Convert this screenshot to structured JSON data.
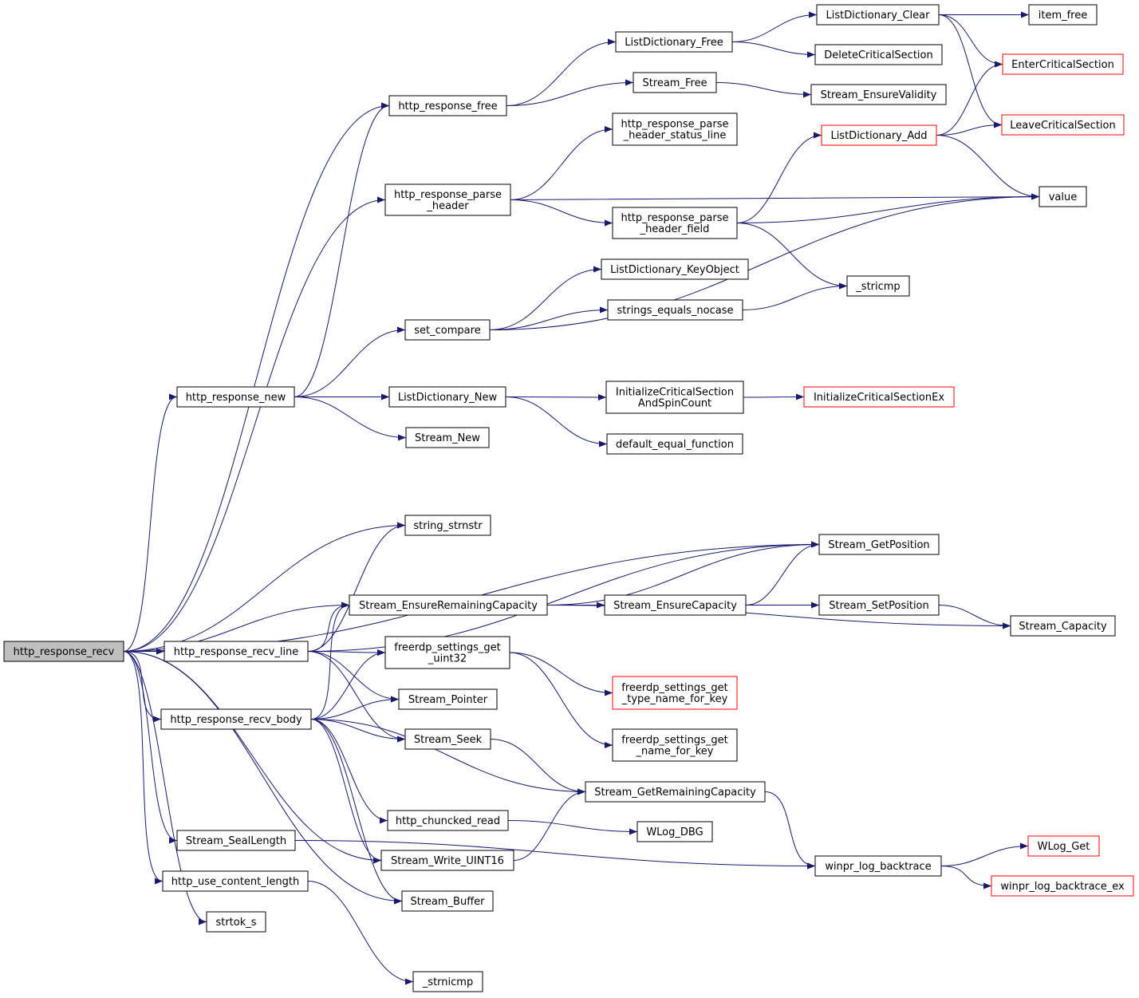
{
  "diagram": {
    "type": "call-graph",
    "colors": {
      "edge": "#191970",
      "node_border": "#000000",
      "root_fill": "#bfbfbf",
      "truncated_border": "#ff0000"
    },
    "nodes": [
      {
        "id": "recv",
        "lines": [
          "http_response_recv"
        ],
        "style": "root"
      },
      {
        "id": "free",
        "lines": [
          "http_response_free"
        ]
      },
      {
        "id": "ld_free",
        "lines": [
          "ListDictionary_Free"
        ]
      },
      {
        "id": "ld_clear",
        "lines": [
          "ListDictionary_Clear"
        ]
      },
      {
        "id": "item_free",
        "lines": [
          "item_free"
        ]
      },
      {
        "id": "enter_cs",
        "lines": [
          "EnterCriticalSection"
        ],
        "style": "red"
      },
      {
        "id": "delete_cs",
        "lines": [
          "DeleteCriticalSection"
        ]
      },
      {
        "id": "stream_free",
        "lines": [
          "Stream_Free"
        ]
      },
      {
        "id": "ensure_validity",
        "lines": [
          "Stream_EnsureValidity"
        ]
      },
      {
        "id": "leave_cs",
        "lines": [
          "LeaveCriticalSection"
        ],
        "style": "red"
      },
      {
        "id": "parse_status",
        "lines": [
          "http_response_parse",
          "_header_status_line"
        ]
      },
      {
        "id": "ld_add",
        "lines": [
          "ListDictionary_Add"
        ],
        "style": "red"
      },
      {
        "id": "parse_header",
        "lines": [
          "http_response_parse",
          "_header"
        ]
      },
      {
        "id": "value",
        "lines": [
          "value"
        ]
      },
      {
        "id": "parse_field",
        "lines": [
          "http_response_parse",
          "_header_field"
        ]
      },
      {
        "id": "ld_keyobject",
        "lines": [
          "ListDictionary_KeyObject"
        ]
      },
      {
        "id": "stricmp",
        "lines": [
          "_stricmp"
        ]
      },
      {
        "id": "str_eq",
        "lines": [
          "strings_equals_nocase"
        ]
      },
      {
        "id": "set_compare",
        "lines": [
          "set_compare"
        ]
      },
      {
        "id": "resp_new",
        "lines": [
          "http_response_new"
        ]
      },
      {
        "id": "ld_new",
        "lines": [
          "ListDictionary_New"
        ]
      },
      {
        "id": "init_cs_spin",
        "lines": [
          "InitializeCriticalSection",
          "AndSpinCount"
        ]
      },
      {
        "id": "init_cs_ex",
        "lines": [
          "InitializeCriticalSectionEx"
        ],
        "style": "red"
      },
      {
        "id": "stream_new",
        "lines": [
          "Stream_New"
        ]
      },
      {
        "id": "default_eq",
        "lines": [
          "default_equal_function"
        ]
      },
      {
        "id": "strnstr",
        "lines": [
          "string_strnstr"
        ]
      },
      {
        "id": "get_position",
        "lines": [
          "Stream_GetPosition"
        ]
      },
      {
        "id": "ensure_remaining",
        "lines": [
          "Stream_EnsureRemainingCapacity"
        ]
      },
      {
        "id": "ensure_cap",
        "lines": [
          "Stream_EnsureCapacity"
        ]
      },
      {
        "id": "set_position",
        "lines": [
          "Stream_SetPosition"
        ]
      },
      {
        "id": "capacity",
        "lines": [
          "Stream_Capacity"
        ]
      },
      {
        "id": "recv_line",
        "lines": [
          "http_response_recv_line"
        ]
      },
      {
        "id": "get_uint32",
        "lines": [
          "freerdp_settings_get",
          "_uint32"
        ]
      },
      {
        "id": "type_name",
        "lines": [
          "freerdp_settings_get",
          "_type_name_for_key"
        ],
        "style": "red"
      },
      {
        "id": "stream_pointer",
        "lines": [
          "Stream_Pointer"
        ]
      },
      {
        "id": "recv_body",
        "lines": [
          "http_response_recv_body"
        ]
      },
      {
        "id": "name_for_key",
        "lines": [
          "freerdp_settings_get",
          "_name_for_key"
        ]
      },
      {
        "id": "stream_seek",
        "lines": [
          "Stream_Seek"
        ]
      },
      {
        "id": "get_remaining",
        "lines": [
          "Stream_GetRemainingCapacity"
        ]
      },
      {
        "id": "chunked_read",
        "lines": [
          "http_chuncked_read"
        ]
      },
      {
        "id": "wlog_dbg",
        "lines": [
          "WLog_DBG"
        ]
      },
      {
        "id": "seal_length",
        "lines": [
          "Stream_SealLength"
        ]
      },
      {
        "id": "write_uint16",
        "lines": [
          "Stream_Write_UINT16"
        ]
      },
      {
        "id": "wlog_get",
        "lines": [
          "WLog_Get"
        ],
        "style": "red"
      },
      {
        "id": "log_backtrace",
        "lines": [
          "winpr_log_backtrace"
        ]
      },
      {
        "id": "use_content_length",
        "lines": [
          "http_use_content_length"
        ]
      },
      {
        "id": "backtrace_ex",
        "lines": [
          "winpr_log_backtrace_ex"
        ],
        "style": "red"
      },
      {
        "id": "stream_buffer",
        "lines": [
          "Stream_Buffer"
        ]
      },
      {
        "id": "strtok",
        "lines": [
          "strtok_s"
        ]
      },
      {
        "id": "strnicmp",
        "lines": [
          "_strnicmp"
        ]
      }
    ],
    "edges": [
      [
        "recv",
        "free"
      ],
      [
        "recv",
        "parse_header"
      ],
      [
        "recv",
        "resp_new"
      ],
      [
        "recv",
        "get_position"
      ],
      [
        "recv",
        "strnstr"
      ],
      [
        "recv",
        "ensure_remaining"
      ],
      [
        "recv",
        "recv_line"
      ],
      [
        "recv",
        "recv_body"
      ],
      [
        "recv",
        "seal_length"
      ],
      [
        "recv",
        "use_content_length"
      ],
      [
        "recv",
        "strtok"
      ],
      [
        "recv",
        "write_uint16"
      ],
      [
        "recv",
        "stream_buffer"
      ],
      [
        "free",
        "ld_free"
      ],
      [
        "free",
        "stream_free"
      ],
      [
        "ld_free",
        "ld_clear"
      ],
      [
        "ld_free",
        "delete_cs"
      ],
      [
        "ld_clear",
        "item_free"
      ],
      [
        "ld_clear",
        "enter_cs"
      ],
      [
        "ld_clear",
        "leave_cs"
      ],
      [
        "stream_free",
        "ensure_validity"
      ],
      [
        "parse_header",
        "parse_status"
      ],
      [
        "parse_header",
        "value"
      ],
      [
        "parse_header",
        "parse_field"
      ],
      [
        "parse_field",
        "ld_add"
      ],
      [
        "parse_field",
        "value"
      ],
      [
        "parse_field",
        "stricmp"
      ],
      [
        "ld_add",
        "enter_cs"
      ],
      [
        "ld_add",
        "leave_cs"
      ],
      [
        "ld_add",
        "value"
      ],
      [
        "set_compare",
        "ld_keyobject"
      ],
      [
        "set_compare",
        "str_eq"
      ],
      [
        "set_compare",
        "value"
      ],
      [
        "str_eq",
        "stricmp"
      ],
      [
        "resp_new",
        "free"
      ],
      [
        "resp_new",
        "set_compare"
      ],
      [
        "resp_new",
        "ld_new"
      ],
      [
        "resp_new",
        "stream_new"
      ],
      [
        "ld_new",
        "init_cs_spin"
      ],
      [
        "ld_new",
        "default_eq"
      ],
      [
        "init_cs_spin",
        "init_cs_ex"
      ],
      [
        "ensure_remaining",
        "get_position"
      ],
      [
        "ensure_remaining",
        "ensure_cap"
      ],
      [
        "ensure_remaining",
        "capacity"
      ],
      [
        "ensure_cap",
        "get_position"
      ],
      [
        "ensure_cap",
        "set_position"
      ],
      [
        "set_position",
        "capacity"
      ],
      [
        "recv_line",
        "strnstr"
      ],
      [
        "recv_line",
        "get_position"
      ],
      [
        "recv_line",
        "ensure_remaining"
      ],
      [
        "recv_line",
        "get_uint32"
      ],
      [
        "recv_line",
        "stream_pointer"
      ],
      [
        "recv_line",
        "stream_seek"
      ],
      [
        "get_uint32",
        "type_name"
      ],
      [
        "get_uint32",
        "name_for_key"
      ],
      [
        "recv_body",
        "ensure_remaining"
      ],
      [
        "recv_body",
        "get_uint32"
      ],
      [
        "recv_body",
        "stream_pointer"
      ],
      [
        "recv_body",
        "stream_seek"
      ],
      [
        "recv_body",
        "get_remaining"
      ],
      [
        "recv_body",
        "chunked_read"
      ],
      [
        "recv_body",
        "write_uint16"
      ],
      [
        "recv_body",
        "stream_buffer"
      ],
      [
        "stream_seek",
        "get_remaining"
      ],
      [
        "get_remaining",
        "log_backtrace"
      ],
      [
        "chunked_read",
        "wlog_dbg"
      ],
      [
        "write_uint16",
        "get_remaining"
      ],
      [
        "log_backtrace",
        "wlog_get"
      ],
      [
        "log_backtrace",
        "backtrace_ex"
      ],
      [
        "seal_length",
        "log_backtrace"
      ],
      [
        "use_content_length",
        "strnicmp"
      ]
    ]
  }
}
